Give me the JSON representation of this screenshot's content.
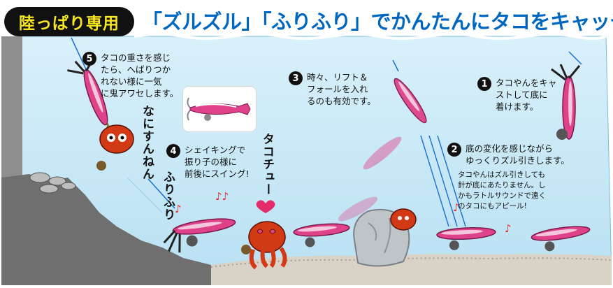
{
  "badge": {
    "label": "陸っぱり専用"
  },
  "headline": "「ズルズル」「ふりふり」でかんたんにタコをキャッチ",
  "steps": [
    {
      "num": "1",
      "text": "タコやんをキャ\nストして底に\n着けます。"
    },
    {
      "num": "2",
      "text": "底の変化を感じながら\nゆっくりズル引きします。"
    },
    {
      "num": "3",
      "text": "時々、リフト＆\nフォールを入れ\nるのも有効です。"
    },
    {
      "num": "4",
      "text": "シェイキングで\n振り子の様に\n前後にスイング!"
    },
    {
      "num": "5",
      "text": "タコの重さを感じ\nたら、へばりつか\nれない様に一気\nに鬼アワセします。"
    }
  ],
  "note2": "タコやんはズル引きしても\n針が底にあたりません。し\nかもラトルサウンドで遠く\nのタコにもアピール!",
  "exclamations": {
    "nanisunen": "なにすんねん",
    "furifuri": "ふりふり",
    "takochu": "タコチュー"
  },
  "colors": {
    "headline": "#0067c0",
    "badge_bg": "#111111",
    "badge_text": "#f6e51f",
    "water": "#c9e9f6",
    "lure_pink": "#e0428a",
    "octopus": "#d23a16"
  }
}
